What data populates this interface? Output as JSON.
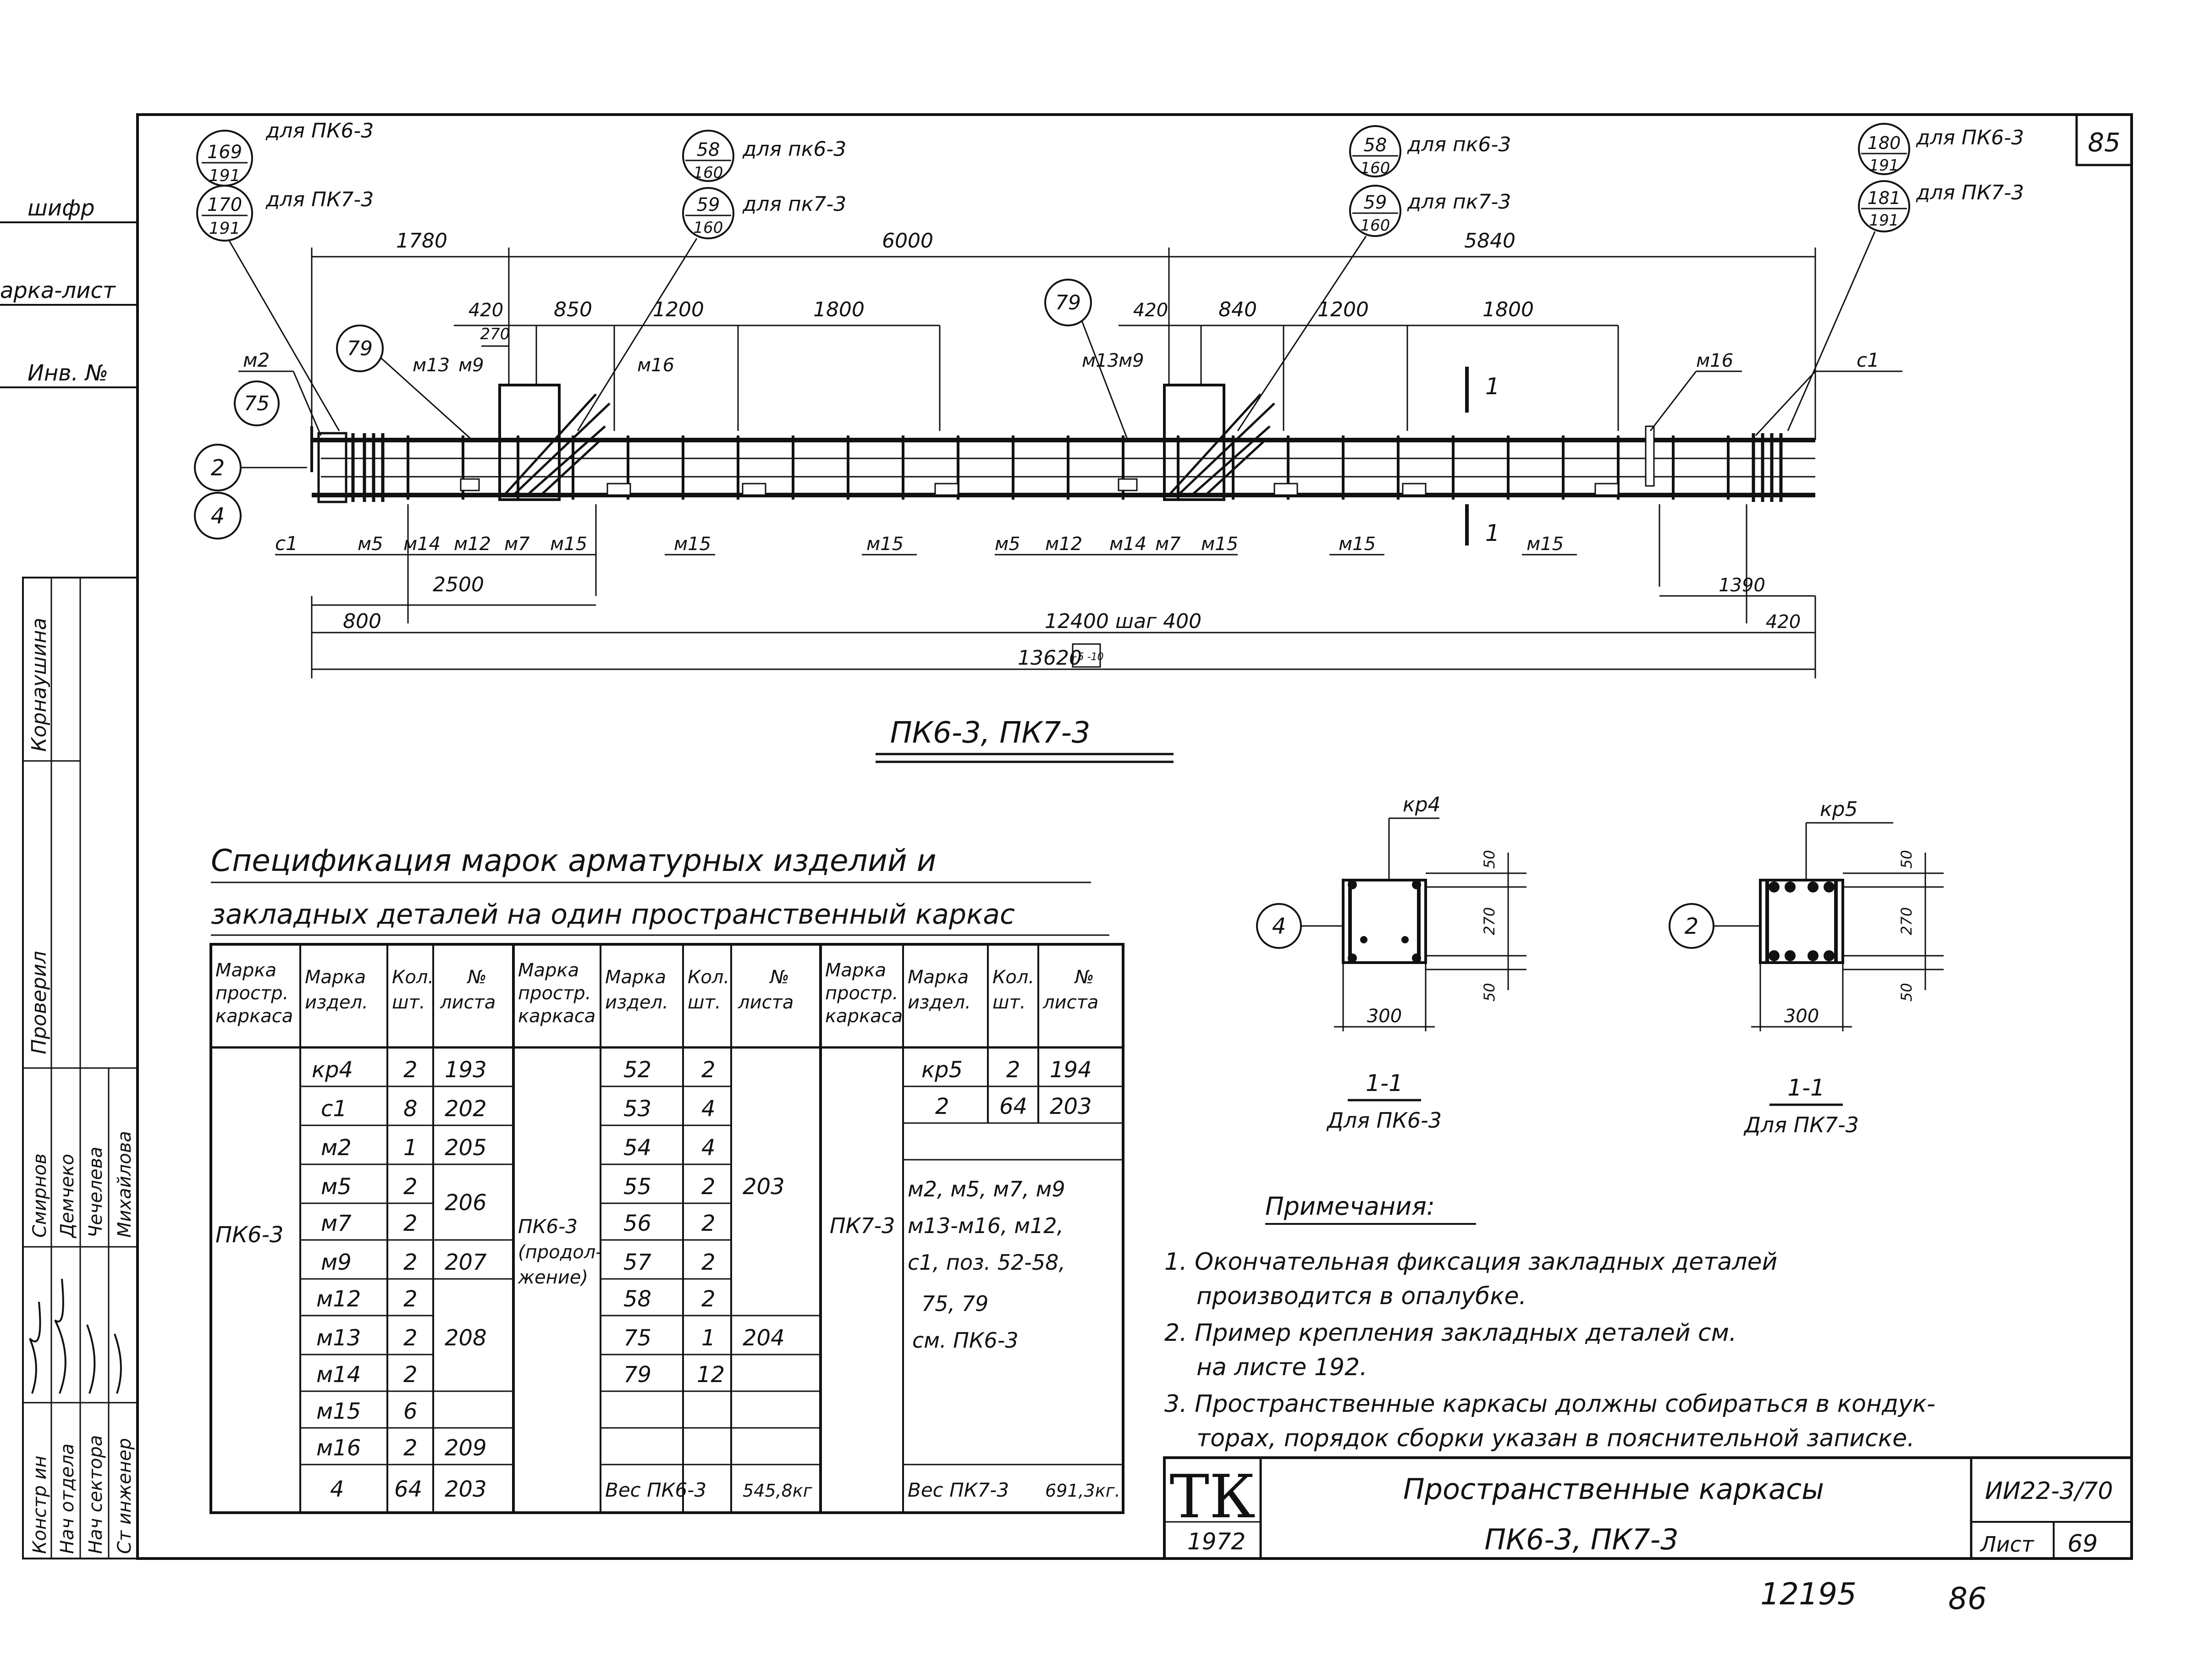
{
  "sheet": {
    "page_number": "85",
    "bottom_numbers": [
      "12195",
      "86"
    ],
    "side_labels": [
      "шифр",
      "арка-лист",
      "Инв. №"
    ]
  },
  "approvals": {
    "roles": [
      "Констр ин",
      "Нач отдела",
      "Нач сектора",
      "Ст инженер"
    ],
    "names": [
      "Смирнов",
      "Демчеко",
      "Чечелева",
      "Михайлова"
    ],
    "top_roles": [
      "Проверил",
      "Корнаушина"
    ]
  },
  "drawing": {
    "callouts_left": [
      {
        "top": "169",
        "bottom": "191",
        "label": "для ПК6-3"
      },
      {
        "top": "170",
        "bottom": "191",
        "label": "для ПК7-3"
      }
    ],
    "callouts_mid1": [
      {
        "top": "58",
        "bottom": "160",
        "label": "для пк6-3"
      },
      {
        "top": "59",
        "bottom": "160",
        "label": "для пк7-3"
      }
    ],
    "callouts_mid2": [
      {
        "top": "58",
        "bottom": "160",
        "label": "для пк6-3"
      },
      {
        "top": "59",
        "bottom": "160",
        "label": "для пк7-3"
      }
    ],
    "callouts_right": [
      {
        "top": "180",
        "bottom": "191",
        "label": "для ПК6-3"
      },
      {
        "top": "181",
        "bottom": "191",
        "label": "для ПК7-3"
      }
    ],
    "circles": [
      "79",
      "79",
      "75",
      "2",
      "4"
    ],
    "dimensions_top": [
      "1780",
      "6000",
      "5840",
      "420",
      "270",
      "850",
      "1200",
      "1800",
      "420",
      "840",
      "1200",
      "1800"
    ],
    "dimensions_bottom": [
      "2500",
      "800",
      "12400 шаг 400",
      "1390",
      "420",
      "13620"
    ],
    "tolerance": "+5 -10",
    "labels_top": [
      "м2",
      "м13",
      "м9",
      "м16",
      "м13",
      "м9",
      "м16",
      "с1"
    ],
    "labels_bottom": [
      "с1",
      "м5",
      "м14",
      "м12",
      "м7",
      "м15",
      "м15",
      "м15",
      "м5",
      "м12",
      "м14",
      "м7",
      "м15",
      "м15",
      "м15"
    ],
    "section_marks": [
      "1",
      "1"
    ],
    "title": "ПК6-3, ПК7-3"
  },
  "sections": [
    {
      "mark": "кр4",
      "circle": "4",
      "dims": [
        "50",
        "270",
        "50"
      ],
      "width": "300",
      "caption": "1-1",
      "subcaption": "Для ПК6-3"
    },
    {
      "mark": "кр5",
      "circle": "2",
      "dims": [
        "50",
        "270",
        "50"
      ],
      "width": "300",
      "caption": "1-1",
      "subcaption": "Для ПК7-3"
    }
  ],
  "spec": {
    "title_line1": "Спецификация марок арматурных изделий и",
    "title_line2": "закладных деталей на один пространственный каркас",
    "headers": [
      [
        "Марка",
        "простр.",
        "каркаса"
      ],
      [
        "Марка",
        "издел."
      ],
      [
        "Кол.",
        "шт."
      ],
      [
        "№",
        "листа"
      ]
    ],
    "group1": {
      "frame": "ПК6-3",
      "rows": [
        [
          "кр4",
          "2",
          "193"
        ],
        [
          "с1",
          "8",
          "202"
        ],
        [
          "м2",
          "1",
          "205"
        ],
        [
          "м5",
          "2",
          ""
        ],
        [
          "м7",
          "2",
          ""
        ],
        [
          "м9",
          "2",
          "207"
        ],
        [
          "м12",
          "2",
          ""
        ],
        [
          "м13",
          "2",
          ""
        ],
        [
          "м14",
          "2",
          ""
        ],
        [
          "м15",
          "6",
          ""
        ],
        [
          "м16",
          "2",
          "209"
        ],
        [
          "4",
          "64",
          "203"
        ]
      ],
      "merged_sheets": [
        {
          "label": "206",
          "row": 3.5
        },
        {
          "label": "208",
          "row": 7.5
        }
      ]
    },
    "group2": {
      "frame": [
        "ПК6-3",
        "(продол-",
        "жение)"
      ],
      "rows": [
        [
          "52",
          "2"
        ],
        [
          "53",
          "4"
        ],
        [
          "54",
          "4"
        ],
        [
          "55",
          "2"
        ],
        [
          "56",
          "2"
        ],
        [
          "57",
          "2"
        ],
        [
          "58",
          "2"
        ],
        [
          "75",
          "1"
        ],
        [
          "79",
          "12"
        ]
      ],
      "sheet_203": "203",
      "sheet_204": "204",
      "weight_label": "Вес ПК6-3",
      "weight_value": "545,8кг"
    },
    "group3": {
      "frame": "ПК7-3",
      "rows": [
        [
          "кр5",
          "2",
          "194"
        ],
        [
          "2",
          "64",
          "203"
        ]
      ],
      "note_lines": [
        "м2, м5, м7, м9",
        "м13-м16, м12,",
        "с1, поз. 52-58,",
        "75, 79",
        "см. ПК6-3"
      ],
      "weight_label": "Вес ПК7-3",
      "weight_value": "691,3кг."
    }
  },
  "notes": {
    "title": "Примечания:",
    "lines": [
      "1. Окончательная фиксация закладных деталей",
      "производится в опалубке.",
      "2. Пример крепления закладных деталей см.",
      "на листе 192.",
      "3. Пространственные каркасы должны собираться в кондук-",
      "торах, порядок сборки указан в пояснительной записке."
    ]
  },
  "title_block": {
    "logo": "ТК",
    "year": "1972",
    "name_line1": "Пространственные каркасы",
    "name_line2": "ПК6-3, ПК7-3",
    "code": "ИИ22-3/70",
    "sheet_label": "Лист",
    "sheet_number": "69"
  }
}
